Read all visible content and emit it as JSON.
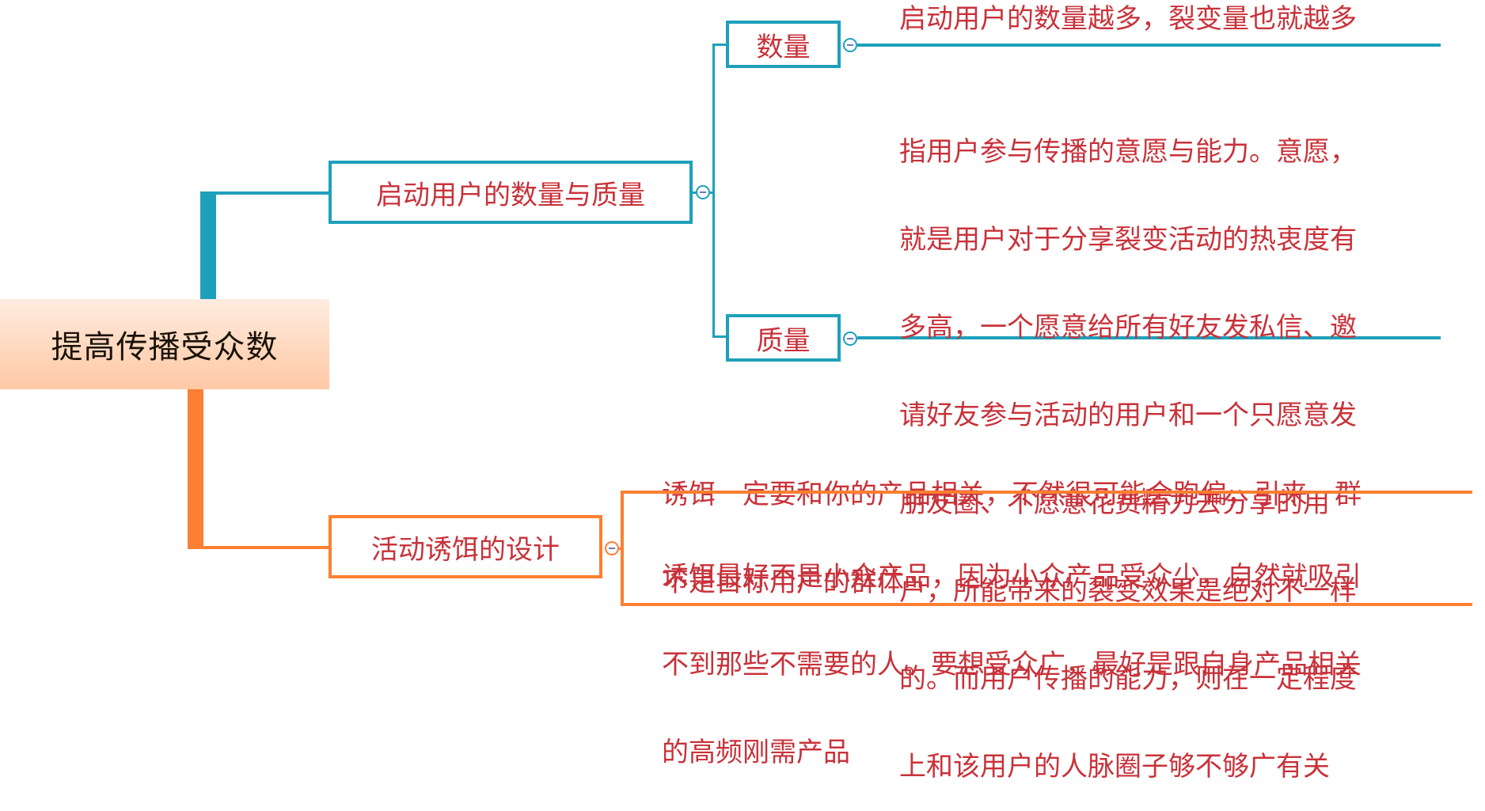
{
  "mindmap": {
    "root": {
      "label": "提高传播受众数"
    },
    "branches": [
      {
        "label": "启动用户的数量与质量",
        "color": "#1ea0bc",
        "collapse_icon": "minus-circle-icon",
        "children": [
          {
            "label": "数量",
            "collapse_icon": "minus-circle-icon",
            "notes": [
              "启动用户的数量越多，裂变量也就越多"
            ]
          },
          {
            "label": "质量",
            "collapse_icon": "minus-circle-icon",
            "notes": [
              "指用户参与传播的意愿与能力。意愿，",
              "就是用户对于分享裂变活动的热衷度有",
              "多高，一个愿意给所有好友发私信、邀",
              "请好友参与活动的用户和一个只愿意发",
              "朋友圈、不愿意花费精力去分享的用",
              "户，所能带来的裂变效果是绝对不一样",
              "的。而用户传播的能力，则在一定程度",
              "上和该用户的人脉圈子够不够广有关"
            ]
          }
        ]
      },
      {
        "label": "活动诱饵的设计",
        "color": "#fd7f31",
        "collapse_icon": "minus-circle-icon",
        "children": [
          {
            "notes": [
              "诱饵一定要和你的产品相关，不然很可能会跑偏，引来一群",
              "不是目标用户的群体"
            ]
          },
          {
            "notes": [
              "诱饵最好不是小众产品，因为小众产品受众少，自然就吸引",
              "不到那些不需要的人。要想受众广，最好是跟自身产品相关",
              "的高频刚需产品"
            ]
          }
        ]
      }
    ],
    "text_color": "#c8323a"
  }
}
